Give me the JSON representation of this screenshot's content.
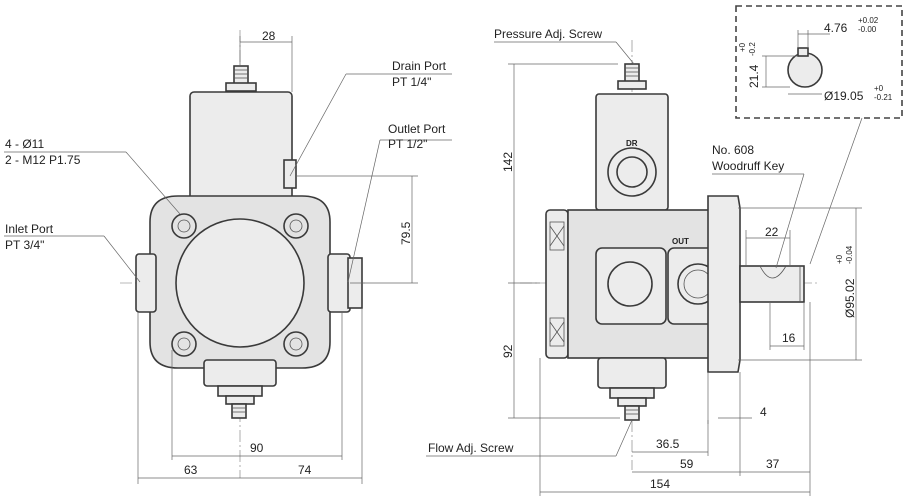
{
  "labels": {
    "drain_port_1": "Drain Port",
    "drain_port_2": "PT 1/4\"",
    "outlet_port_1": "Outlet Port",
    "outlet_port_2": "PT 1/2\"",
    "inlet_port_1": "Inlet Port",
    "inlet_port_2": "PT 3/4\"",
    "bolt_1": "4 - Ø11",
    "bolt_2": "2 - M12  P1.75",
    "pressure_adj": "Pressure Adj. Screw",
    "flow_adj": "Flow Adj. Screw",
    "key_1": "No. 608",
    "key_2": "Woodruff Key",
    "dr": "DR",
    "out": "OUT"
  },
  "dimensions": {
    "d28": "28",
    "d79_5": "79.5",
    "d90": "90",
    "d63": "63",
    "d74": "74",
    "d142": "142",
    "d92": "92",
    "d22": "22",
    "d16": "16",
    "d4": "4",
    "d36_5": "36.5",
    "d59": "59",
    "d37": "37",
    "d154": "154",
    "d95_02": "Ø95.02",
    "d95_tol_top": "+0",
    "d95_tol_bot": "-0.04"
  },
  "detail": {
    "d4_76": "4.76",
    "d4_76_tol_top": "+0.02",
    "d4_76_tol_bot": "-0.00",
    "d21_4": "21.4",
    "d21_4_tol_top": "+0",
    "d21_4_tol_bot": "-0.2",
    "d19_05": "Ø19.05",
    "d19_05_tol_top": "+0",
    "d19_05_tol_bot": "-0.21"
  }
}
